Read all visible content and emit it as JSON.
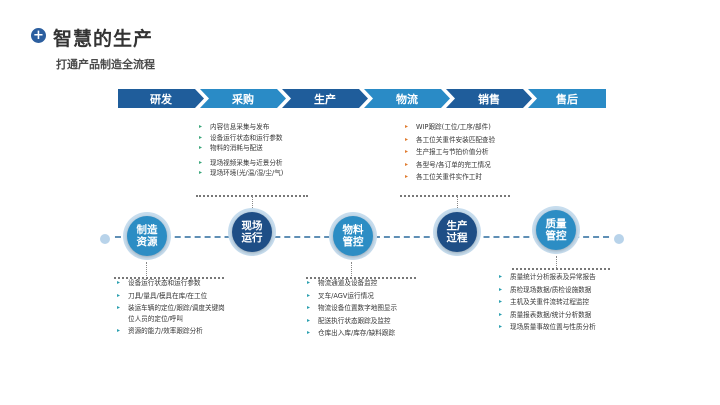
{
  "header": {
    "badge": "+",
    "title": "智慧的生产",
    "subtitle": "打通产品制造全流程"
  },
  "stages": [
    "研发",
    "采购",
    "生产",
    "物流",
    "销售",
    "售后"
  ],
  "nodes": [
    {
      "line1": "制造",
      "line2": "资源"
    },
    {
      "line1": "现场",
      "line2": "运行"
    },
    {
      "line1": "物料",
      "line2": "管控"
    },
    {
      "line1": "生产",
      "line2": "过程"
    },
    {
      "line1": "质量",
      "line2": "管控"
    }
  ],
  "lists": {
    "live_top": [
      "内容信息采集与发布",
      "设备运行状态和运行参数",
      "物料的消耗与配送",
      "现场视频采集与近景分析",
      "现场环境(光/温/湿/尘/气)"
    ],
    "process_top": [
      "WIP跟踪(工位/工序/部件)",
      "各工位关重件安装匹配查验",
      "生产报工与节拍价值分析",
      "各型号/各订单的完工情况",
      "各工位关重件实作工时"
    ],
    "resource_bottom": [
      "设备运行状态和运行参数",
      "刀具/量具/模具在库/在工位",
      "装运车辆的定位/跟踪/调度关键岗",
      "位人员的定位/呼叫",
      "资源的能力/效率跟踪分析"
    ],
    "material_bottom": [
      "物流通道及设备监控",
      "叉车/AGV运行情况",
      "物流设备位置数字地图显示",
      "配送执行状态跟踪及监控",
      "仓库出入库/库存/缺料跟踪"
    ],
    "quality_bottom": [
      "质量统计分析报表及异常报告",
      "质检现场数据/质检设施数据",
      "主机及关重件流转过程监控",
      "质量报表数据/统计分析数据",
      "现场质量事故位置与性质分析"
    ]
  },
  "colors": {
    "dark_blue": "#1f5d9b",
    "light_blue": "#2a8bc6",
    "bullet_green": "#3aa67a",
    "bullet_orange": "#e07b2e"
  }
}
